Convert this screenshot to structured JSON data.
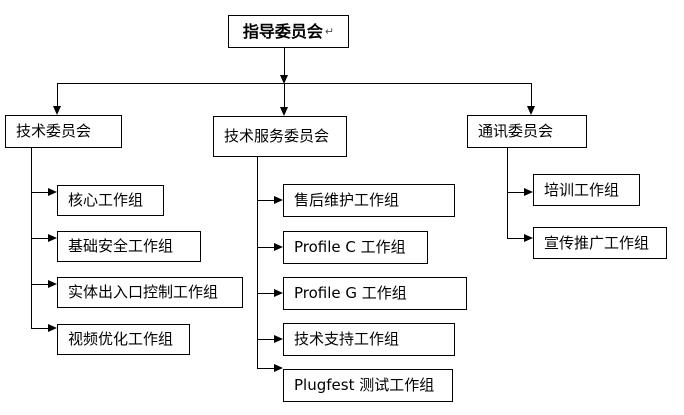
{
  "root": {
    "label": "指导委员会",
    "paragraph_mark": "↵"
  },
  "committees": [
    {
      "label": "技术委员会",
      "children": [
        "核心工作组",
        "基础安全工作组",
        "实体出入口控制工作组",
        "视频优化工作组"
      ]
    },
    {
      "label": "技术服务委员会",
      "children": [
        "售后维护工作组",
        "Profile C 工作组",
        "Profile G 工作组",
        "技术支持工作组",
        "Plugfest 测试工作组"
      ]
    },
    {
      "label": "通讯委员会",
      "children": [
        "培训工作组",
        "宣传推广工作组"
      ]
    }
  ],
  "colors": {
    "line": "#000000",
    "box_border": "#000000",
    "box_background": "#ffffff",
    "text": "#000000",
    "page_background": "#ffffff"
  }
}
